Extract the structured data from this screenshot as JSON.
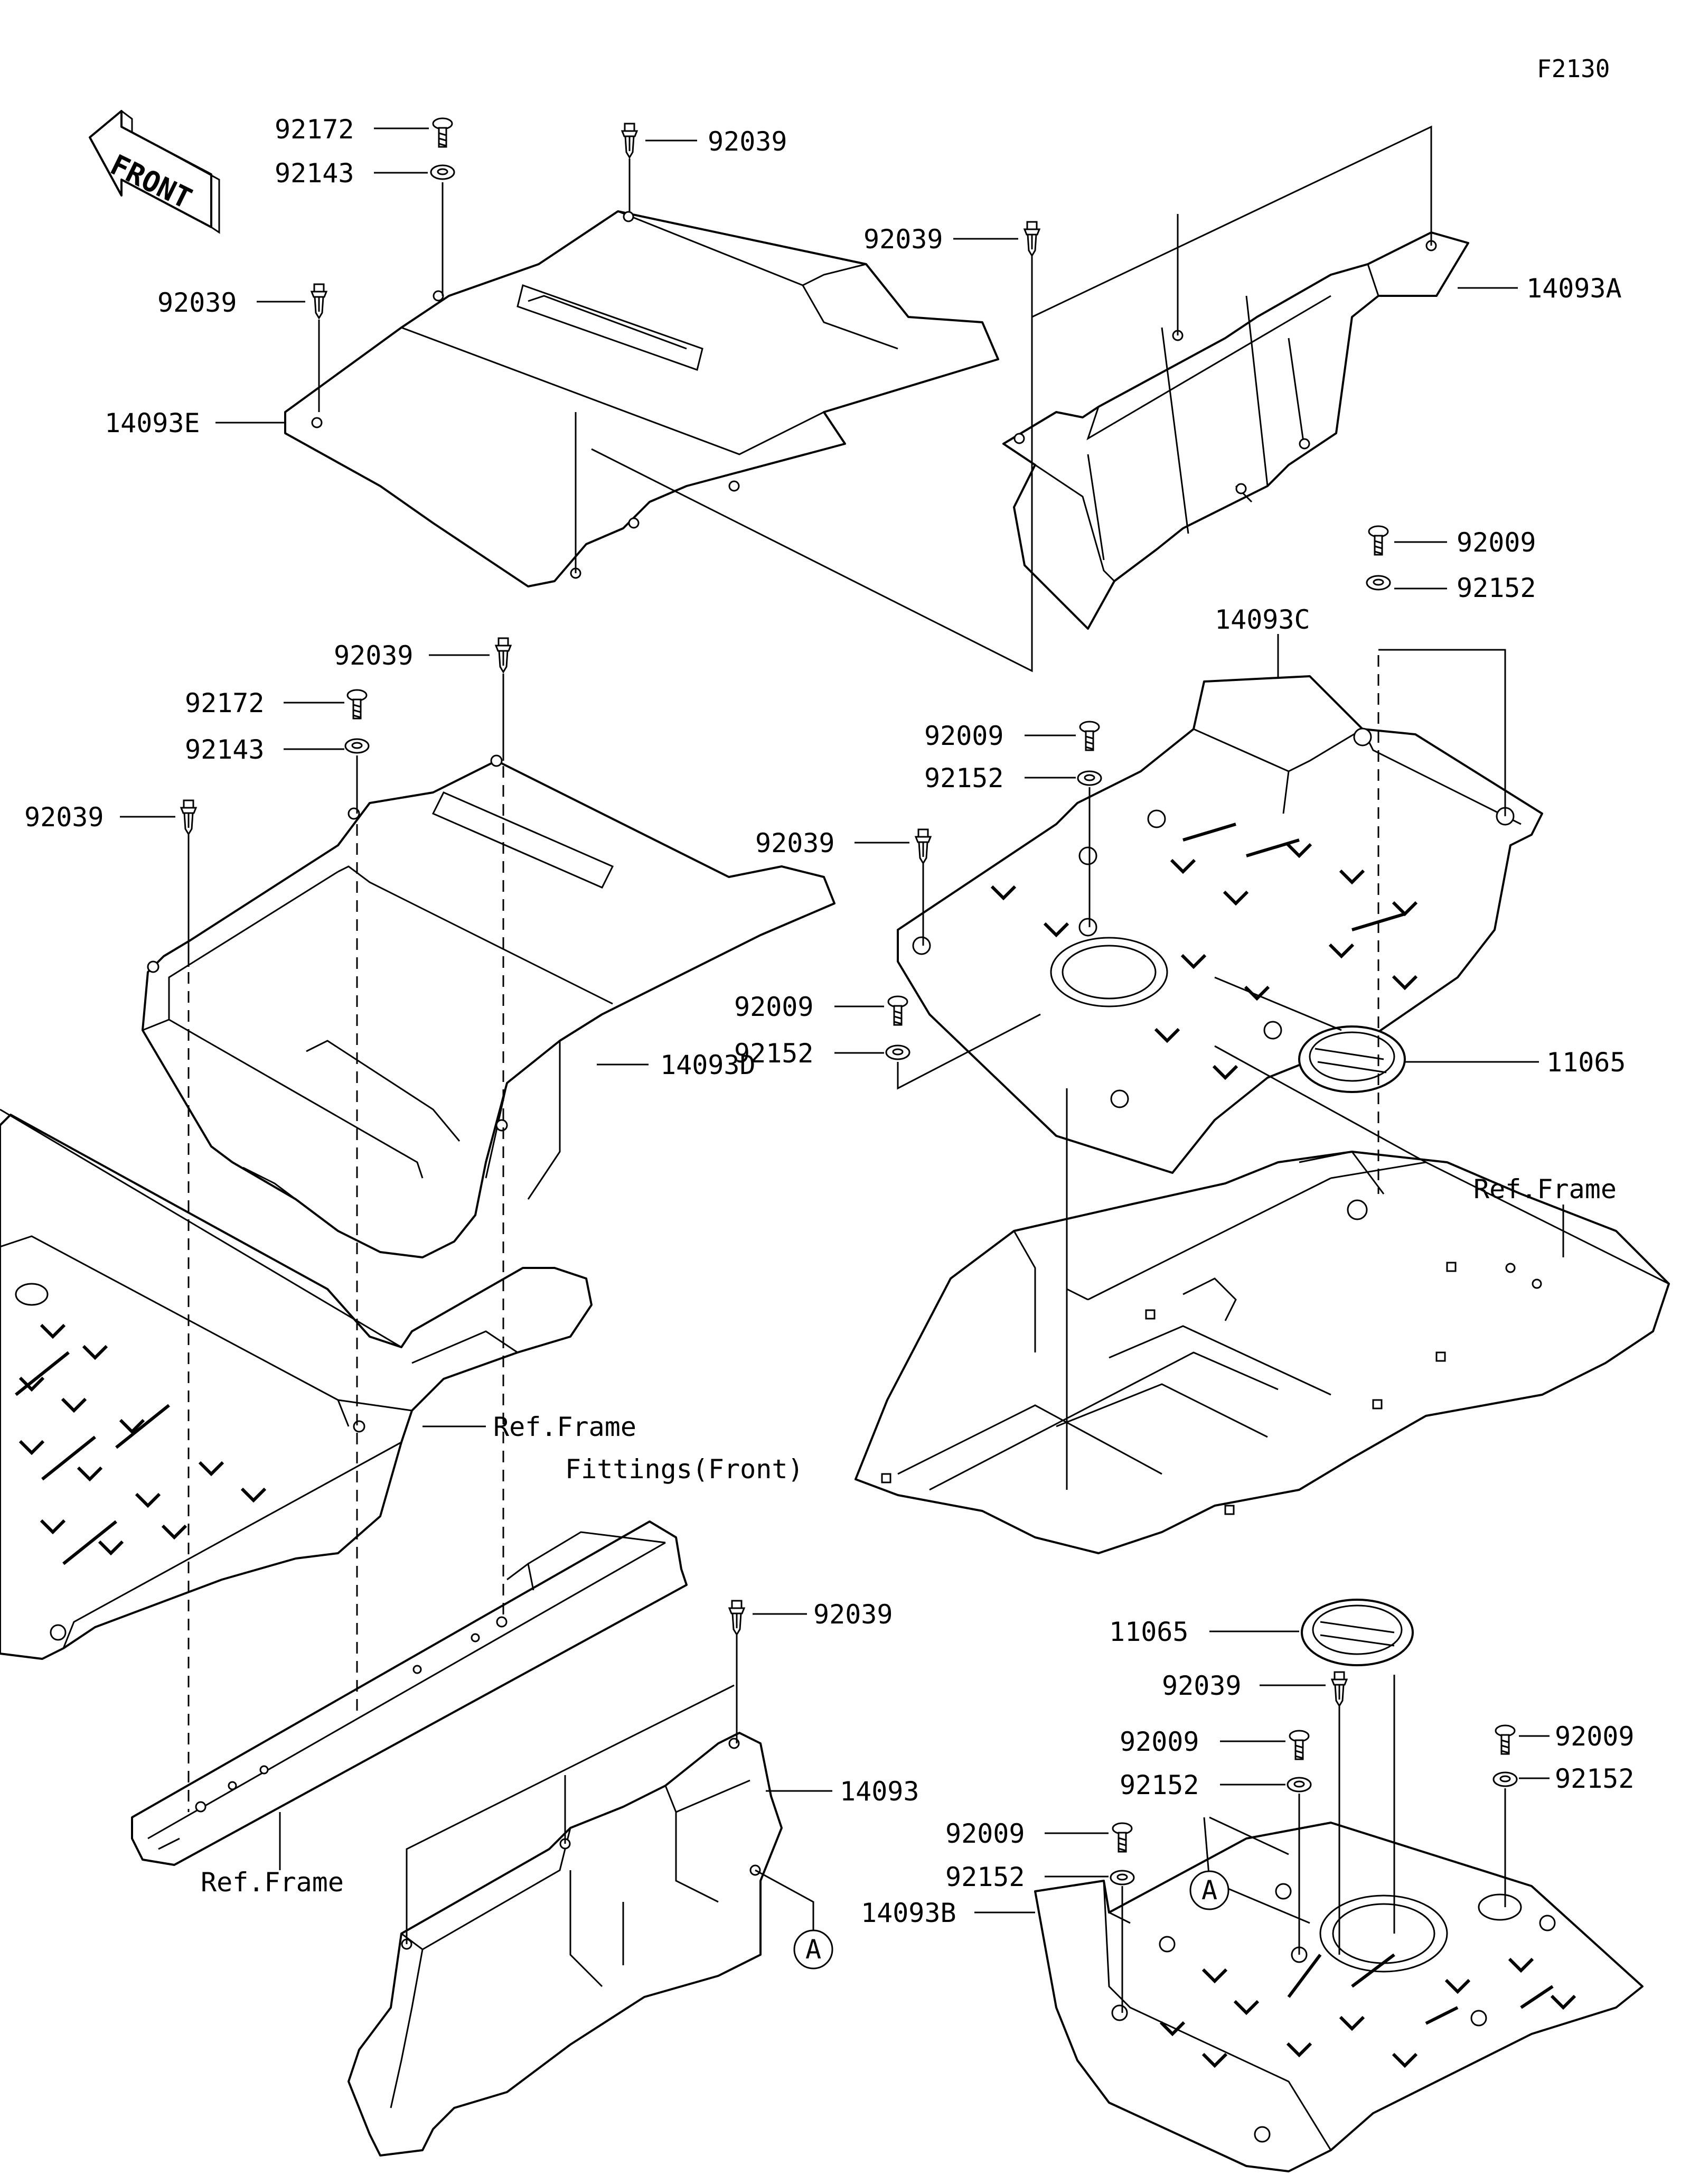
{
  "diagram_code": "F2130",
  "front_arrow": {
    "text": "FRONT",
    "icon": "front-arrow-icon"
  },
  "callouts": {
    "l_92172_top": "92172",
    "l_92143_top": "92143",
    "l_92039_top": "92039",
    "l_92039_left": "92039",
    "l_14093E": "14093E",
    "l_92039_mid": "92039",
    "l_14093A": "14093A",
    "l_92009_r1": "92009",
    "l_92152_r1": "92152",
    "l_14093C": "14093C",
    "l_92039_d": "92039",
    "l_92172_d": "92172",
    "l_92143_d": "92143",
    "l_92039_dl": "92039",
    "l_92009_c": "92009",
    "l_92152_c": "92152",
    "l_92039_c": "92039",
    "l_92009_c2": "92009",
    "l_92152_c2": "92152",
    "l_11065_r": "11065",
    "l_14093D": "14093D",
    "l_ref_frame_r": "Ref.Frame",
    "l_ref_frame_front_1": "Ref.Frame",
    "l_ref_frame_front_2": "Fittings(Front)",
    "l_92039_b": "92039",
    "l_14093": "14093",
    "l_ref_frame_bottom": "Ref.Frame",
    "l_11065_b": "11065",
    "l_92039_bb": "92039",
    "l_92009_bb": "92009",
    "l_92152_bb": "92152",
    "l_92009_bb2": "92009",
    "l_92152_bb2": "92152",
    "l_92009_bb3": "92009",
    "l_92152_bb3": "92152",
    "l_14093B": "14093B",
    "l_A_1": "A",
    "l_A_2": "A"
  },
  "parts": [
    {
      "number": "14093",
      "icon": "cover-icon"
    },
    {
      "number": "14093A",
      "icon": "cover-icon"
    },
    {
      "number": "14093B",
      "icon": "floor-plate-icon"
    },
    {
      "number": "14093C",
      "icon": "floor-plate-icon"
    },
    {
      "number": "14093D",
      "icon": "cover-icon"
    },
    {
      "number": "14093E",
      "icon": "cover-icon"
    },
    {
      "number": "11065",
      "icon": "cap-icon"
    },
    {
      "number": "92009",
      "icon": "bolt-icon"
    },
    {
      "number": "92039",
      "icon": "rivet-clip-icon"
    },
    {
      "number": "92143",
      "icon": "washer-icon"
    },
    {
      "number": "92152",
      "icon": "washer-icon"
    },
    {
      "number": "92172",
      "icon": "bolt-icon"
    }
  ]
}
